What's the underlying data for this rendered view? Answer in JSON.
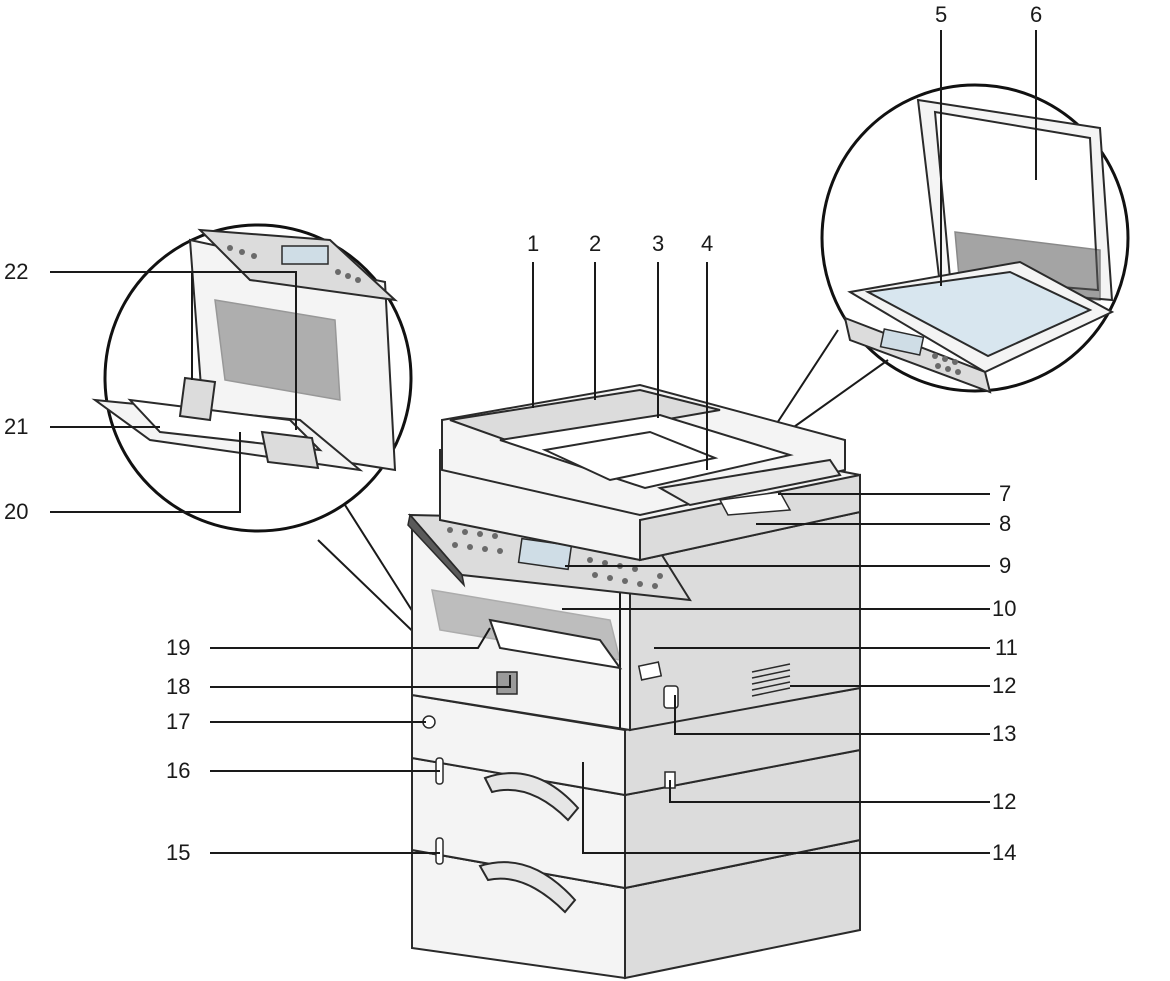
{
  "callouts": [
    {
      "id": "1",
      "text": "1"
    },
    {
      "id": "2",
      "text": "2"
    },
    {
      "id": "3",
      "text": "3"
    },
    {
      "id": "4",
      "text": "4"
    },
    {
      "id": "5",
      "text": "5"
    },
    {
      "id": "6",
      "text": "6"
    },
    {
      "id": "7",
      "text": "7"
    },
    {
      "id": "8",
      "text": "8"
    },
    {
      "id": "9",
      "text": "9"
    },
    {
      "id": "10",
      "text": "10"
    },
    {
      "id": "11",
      "text": "11"
    },
    {
      "id": "12a",
      "text": "12"
    },
    {
      "id": "13",
      "text": "13"
    },
    {
      "id": "12b",
      "text": "12"
    },
    {
      "id": "14",
      "text": "14"
    },
    {
      "id": "15",
      "text": "15"
    },
    {
      "id": "16",
      "text": "16"
    },
    {
      "id": "17",
      "text": "17"
    },
    {
      "id": "18",
      "text": "18"
    },
    {
      "id": "19",
      "text": "19"
    },
    {
      "id": "20",
      "text": "20"
    },
    {
      "id": "21",
      "text": "21"
    },
    {
      "id": "22",
      "text": "22"
    }
  ]
}
